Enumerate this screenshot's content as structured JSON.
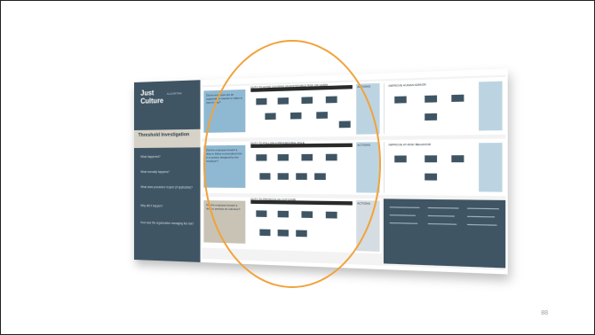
{
  "poster": {
    "brand_line1": "Just",
    "brand_line2": "Culture",
    "brand_sub": "ALGORITHM",
    "threshold_title": "Threshold Investigation",
    "questions": [
      "What happened?",
      "What normally happens?",
      "What does procedure require (if applicable)?",
      "Why did it happen?",
      "How was the organization managing the risk?"
    ],
    "rows": [
      {
        "question": "Did an employee put an organization interest or value in harm's way?",
        "title": "DUTY TO AVOID CAUSING UNJUSTIFIABLE RISK OR HARM",
        "actions": "ACTIONS"
      },
      {
        "question": "Did the employee breach a duty to follow a procedural rule in a system designed by the employer?",
        "title": "DUTY TO FOLLOW A PROCEDURAL RULE",
        "actions": "ACTIONS"
      },
      {
        "question": "Did the employee breach a duty to produce an outcome?",
        "title": "DUTY TO PRODUCE AN OUTCOME",
        "actions": "ACTIONS"
      }
    ],
    "right_headers": [
      "IMPROVE HUMAN ERROR",
      "IMPROVE AT-RISK BEHAVIOR"
    ]
  },
  "highlight_color": "#f2a23a",
  "page_number": "88"
}
